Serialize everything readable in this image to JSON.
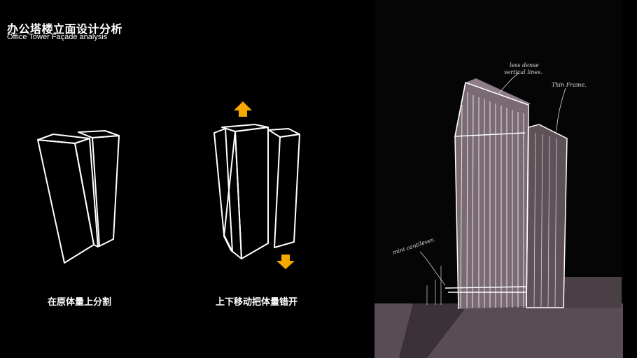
{
  "slide": {
    "title_cn": "办公塔楼立面设计分析",
    "title_en": "Office Tower Façade analysis"
  },
  "diagrams": [
    {
      "caption": "在原体量上分割"
    },
    {
      "caption": "上下移动把体量错开"
    }
  ],
  "sketch": {
    "annotations": {
      "top": "less dense vertical lines.",
      "frame": "Thin Frame.",
      "cantilever": "mini cantilever."
    }
  },
  "colors": {
    "background": "#000000",
    "arrow": "#f5a800",
    "line": "#ffffff"
  },
  "icons": [
    "up-arrow-icon",
    "down-arrow-icon"
  ]
}
